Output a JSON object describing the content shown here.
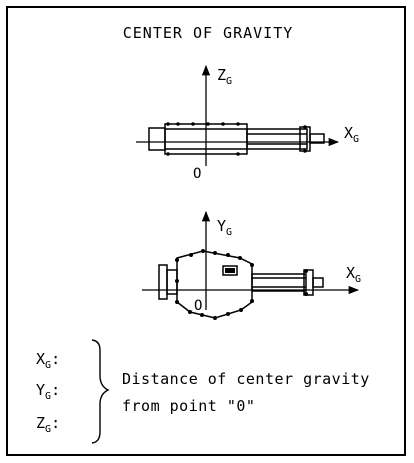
{
  "title": "CENTER OF GRAVITY",
  "side_view": {
    "vertical_axis": {
      "letter": "Z",
      "subscript": "G"
    },
    "horizontal_axis": {
      "letter": "X",
      "subscript": "G"
    },
    "origin_label": "O"
  },
  "top_view": {
    "vertical_axis": {
      "letter": "Y",
      "subscript": "G"
    },
    "horizontal_axis": {
      "letter": "X",
      "subscript": "G"
    },
    "origin_label": "O"
  },
  "legend": {
    "variables": [
      {
        "letter": "X",
        "subscript": "G",
        "suffix": ":"
      },
      {
        "letter": "Y",
        "subscript": "G",
        "suffix": ":"
      },
      {
        "letter": "Z",
        "subscript": "G",
        "suffix": ":"
      }
    ],
    "description_line1": "Distance of center gravity",
    "description_line2": "from point \"0\""
  }
}
